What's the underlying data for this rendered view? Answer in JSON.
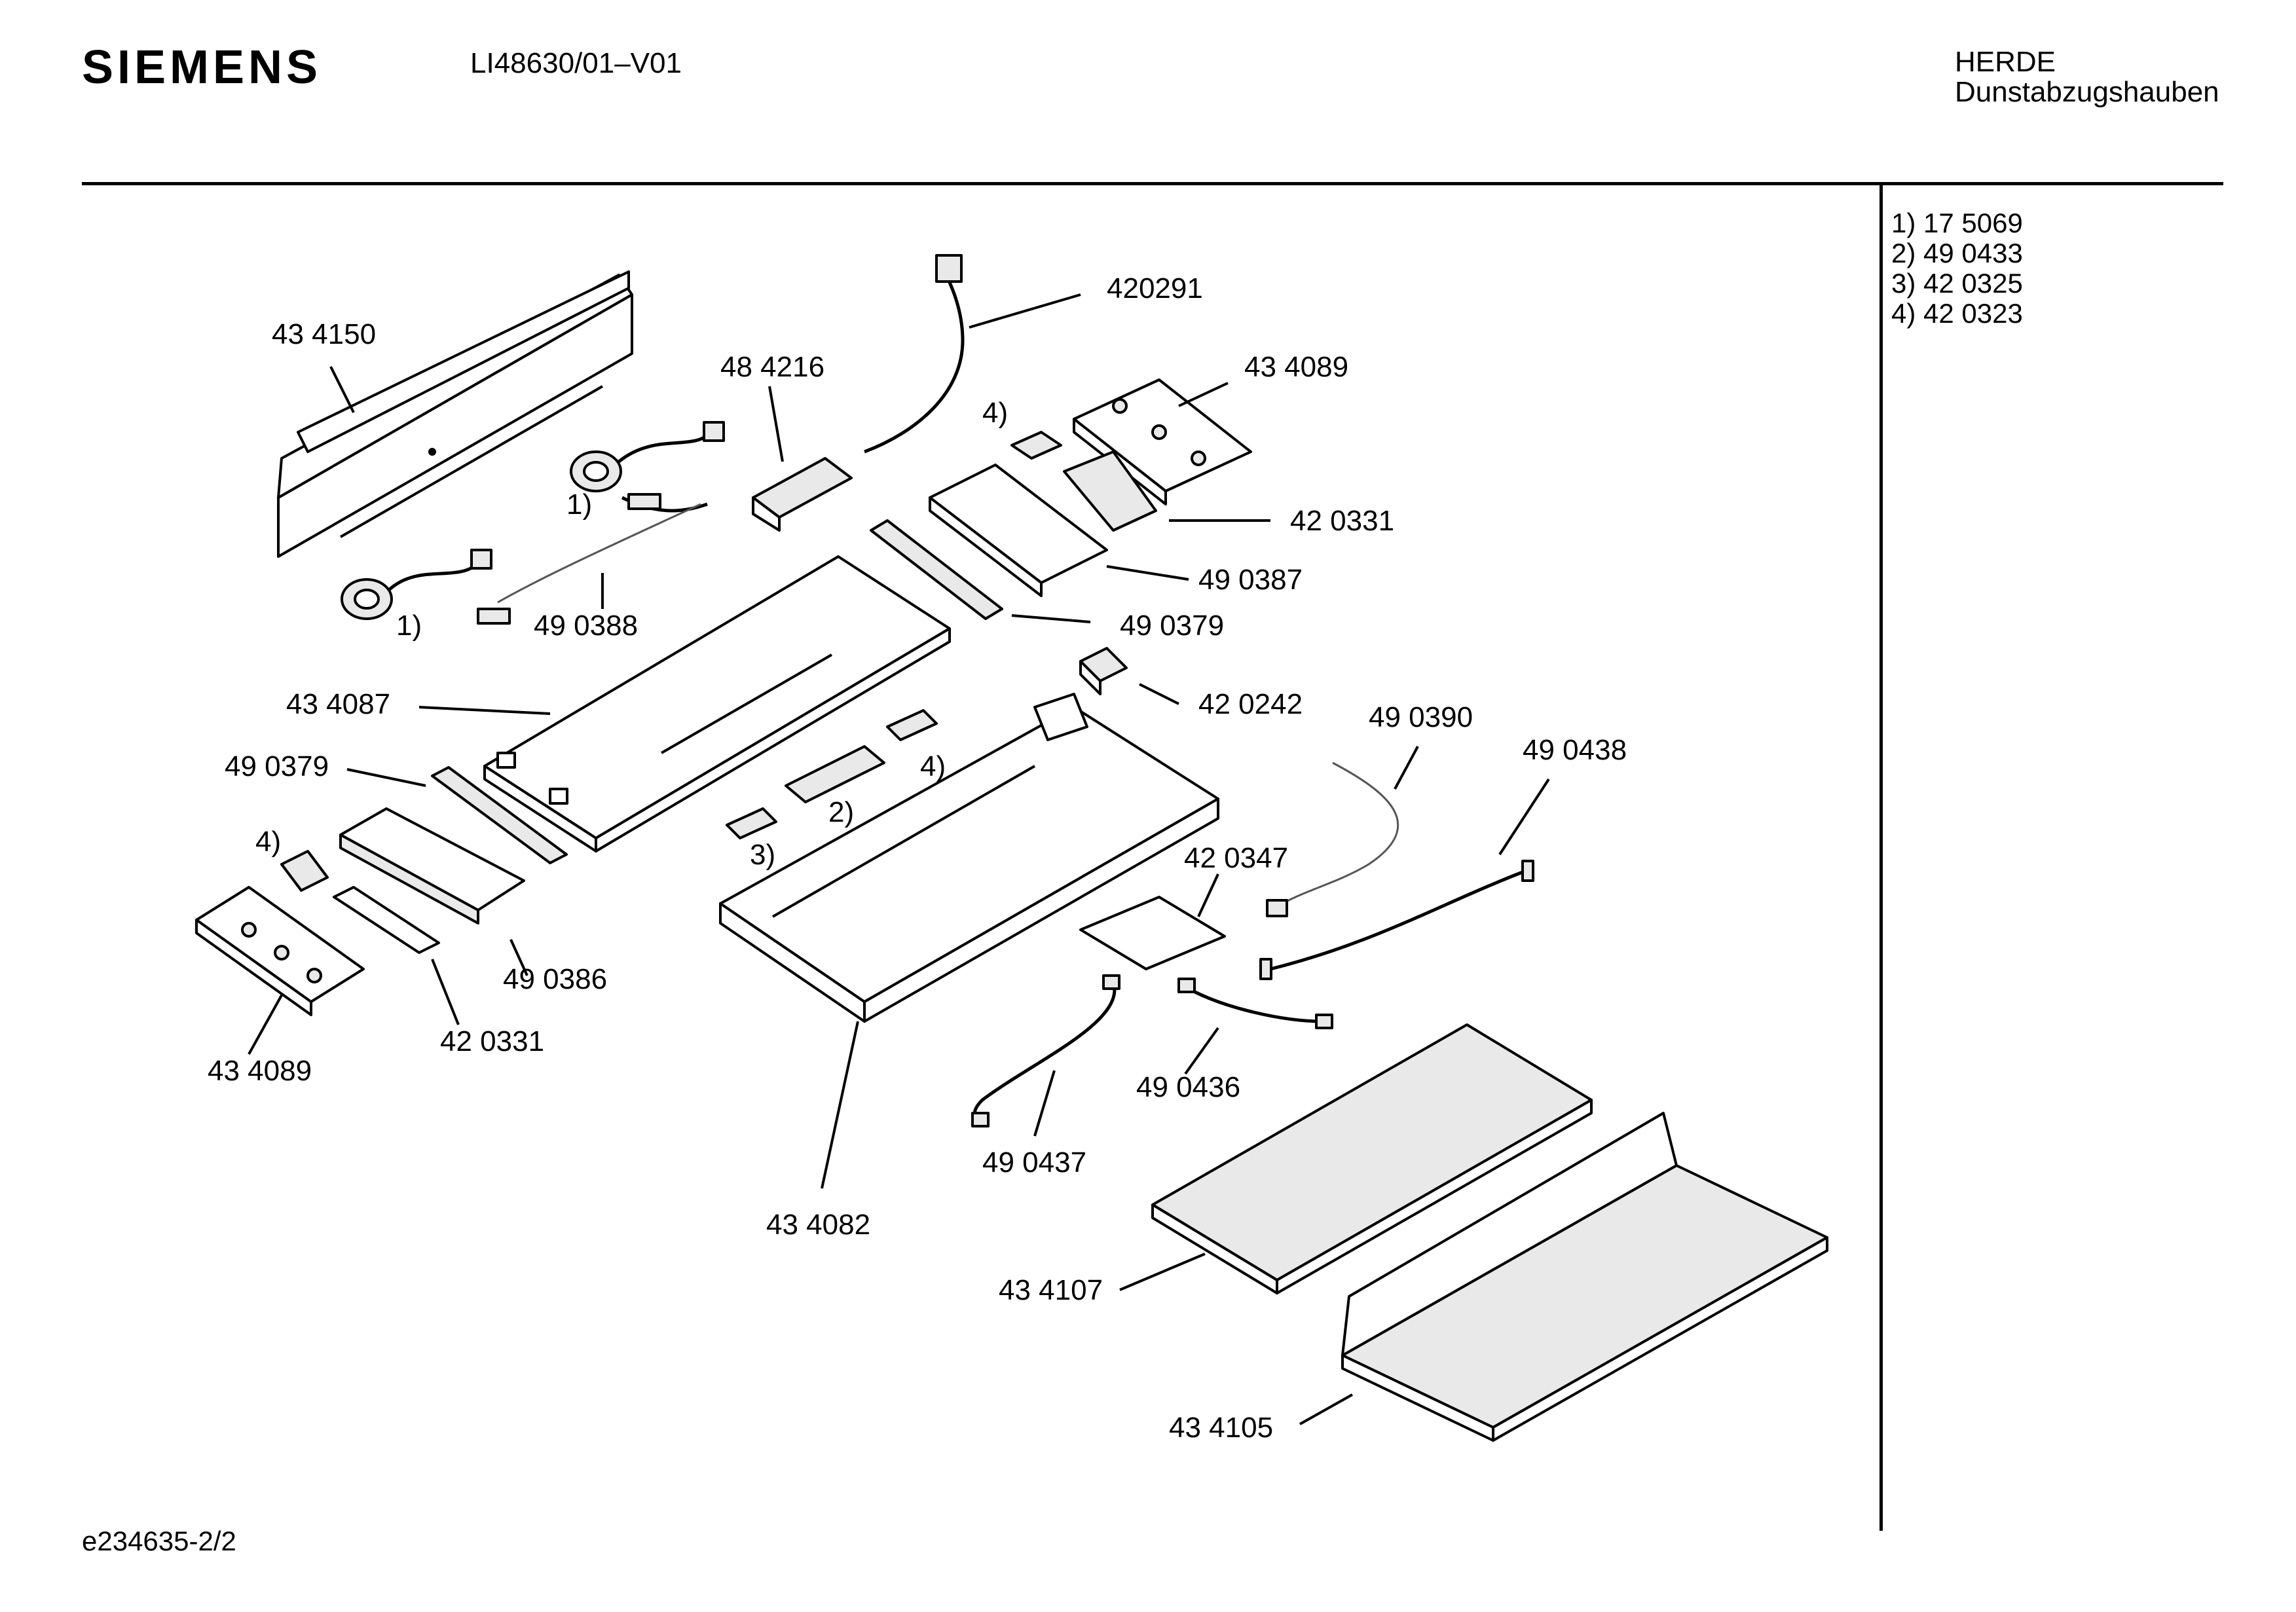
{
  "header": {
    "brand": "SIEMENS",
    "model": "LI48630/01–V01",
    "category_line1": "HERDE",
    "category_line2": "Dunstabzugshauben"
  },
  "footer": {
    "ref": "e234635-2/2"
  },
  "legend": [
    {
      "key": "1)",
      "part": "17 5069"
    },
    {
      "key": "2)",
      "part": "49 0433"
    },
    {
      "key": "3)",
      "part": "42 0325"
    },
    {
      "key": "4)",
      "part": "42 0323"
    }
  ],
  "labels": {
    "p434150": "43 4150",
    "p484216": "48 4216",
    "p420291": "420291",
    "p434089_top": "43 4089",
    "p420331_top": "42 0331",
    "p490387": "49 0387",
    "p490379_top": "49 0379",
    "p490388": "49 0388",
    "p434087": "43 4087",
    "p420242": "42 0242",
    "p490390": "49 0390",
    "p490438": "49 0438",
    "p490379_left": "49 0379",
    "p420347": "42 0347",
    "p490386": "49 0386",
    "p420331_bottom": "42 0331",
    "p434089_bottom": "43 4089",
    "p490436": "49 0436",
    "p490437": "49 0437",
    "p434082": "43 4082",
    "p434107": "43 4107",
    "p434105": "43 4105",
    "note1_a": "1)",
    "note1_b": "1)",
    "note4_a": "4)",
    "note4_b": "4)",
    "note4_c": "4)",
    "note2": "2)",
    "note3": "3)"
  }
}
